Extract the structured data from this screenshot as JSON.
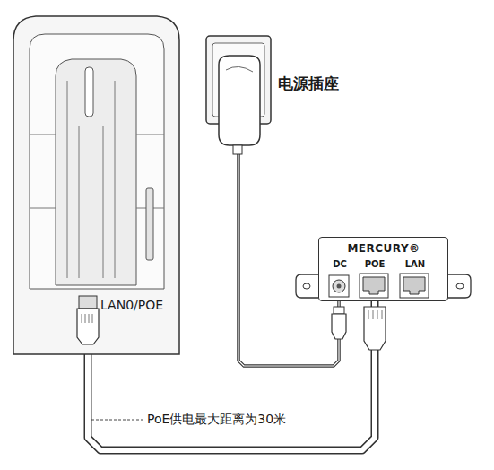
{
  "diagram": {
    "nodes": [
      {
        "text": [
          "LAN0/POE"
        ]
      },
      {
        "text": [
          "电源插座"
        ]
      },
      {
        "text": [
          "MERCURY®",
          "DC",
          "POE",
          "LAN"
        ]
      }
    ],
    "edges": [
      {
        "from": 0,
        "to": 2,
        "arrow": "none",
        "label": "PoE供电最大距离为30米"
      },
      {
        "from": 1,
        "to": 2,
        "arrow": "none"
      }
    ]
  }
}
